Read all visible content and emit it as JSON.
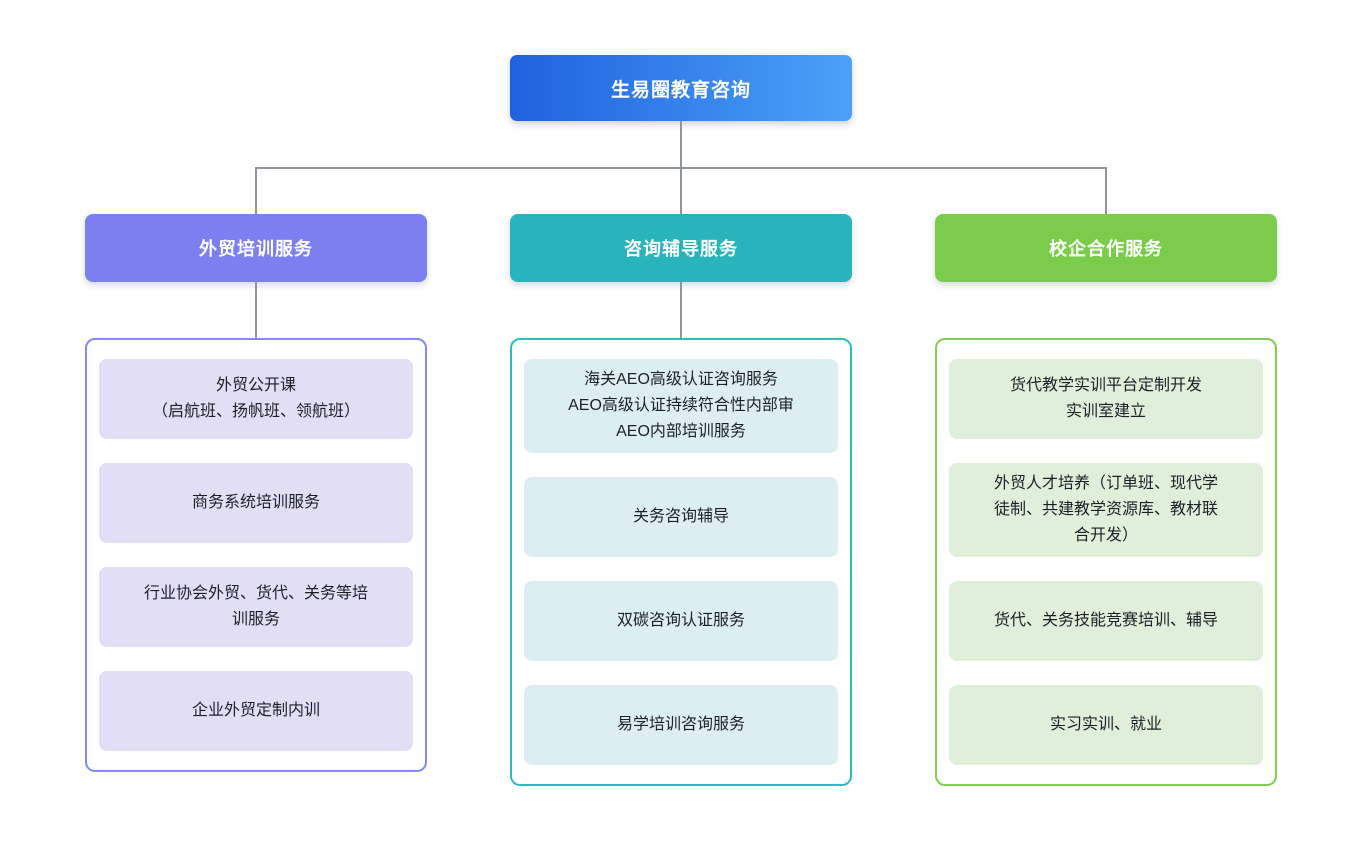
{
  "diagram": {
    "root": {
      "label": "生易圈教育咨询",
      "gradient_from": "#1f62de",
      "gradient_to": "#4ba1f8",
      "text_color": "#ffffff"
    },
    "connector_color": "#8e959d",
    "item_text_color": "#1d2127",
    "branches": [
      {
        "label": "外贸培训服务",
        "header_bg": "#7b7ff0",
        "container_border": "#8589f1",
        "item_bg": "#e1def6",
        "header_to_container_line": true,
        "items": [
          {
            "lines": [
              "外贸公开课",
              "（启航班、扬帆班、领航班）"
            ]
          },
          {
            "lines": [
              "商务系统培训服务"
            ]
          },
          {
            "lines": [
              "行业协会外贸、货代、关务等培",
              "训服务"
            ]
          },
          {
            "lines": [
              "企业外贸定制内训"
            ]
          }
        ]
      },
      {
        "label": "咨询辅导服务",
        "header_bg": "#27b4ba",
        "container_border": "#2fbcc1",
        "item_bg": "#dceef1",
        "header_to_container_line": true,
        "items": [
          {
            "lines": [
              "海关AEO高级认证咨询服务",
              "AEO高级认证持续符合性内部审",
              "AEO内部培训服务"
            ]
          },
          {
            "lines": [
              "关务咨询辅导"
            ]
          },
          {
            "lines": [
              "双碳咨询认证服务"
            ]
          },
          {
            "lines": [
              "易学培训咨询服务"
            ]
          }
        ]
      },
      {
        "label": "校企合作服务",
        "header_bg": "#7bcc4a",
        "container_border": "#80ce53",
        "item_bg": "#dfefda",
        "header_to_container_line": false,
        "items": [
          {
            "lines": [
              "货代教学实训平台定制开发",
              "实训室建立"
            ]
          },
          {
            "lines": [
              "外贸人才培养（订单班、现代学",
              "徒制、共建教学资源库、教材联",
              "合开发）"
            ]
          },
          {
            "lines": [
              "货代、关务技能竞赛培训、辅导"
            ]
          },
          {
            "lines": [
              "实习实训、就业"
            ]
          }
        ]
      }
    ]
  }
}
